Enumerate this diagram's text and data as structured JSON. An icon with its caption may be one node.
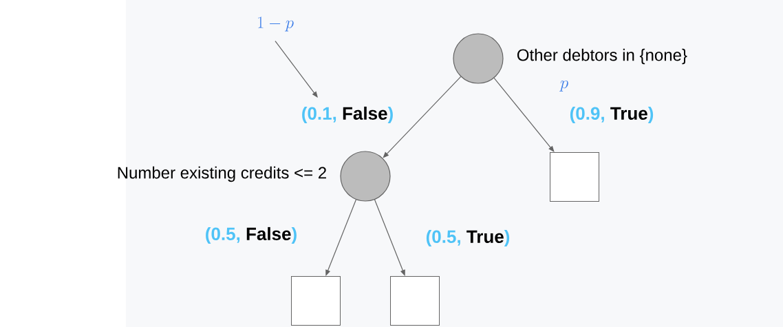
{
  "diagram": {
    "nodes": [
      {
        "text": [],
        "shape": "circle",
        "beside": [
          "Other debtors in {none}"
        ]
      },
      {
        "text": [],
        "shape": "circle",
        "beside": [
          "Number existing credits <= 2"
        ]
      },
      {
        "text": [],
        "shape": "box"
      },
      {
        "text": [],
        "shape": "box"
      },
      {
        "text": [],
        "shape": "box"
      },
      {
        "text": [
          "1 - p"
        ]
      }
    ],
    "edges": [
      {
        "from": 0,
        "to": 1,
        "arrow": "to",
        "label": "(0.1, **False**)"
      },
      {
        "from": 0,
        "to": 2,
        "arrow": "to",
        "label": "(0.9, **True**)"
      },
      {
        "from": 1,
        "to": 3,
        "arrow": "to",
        "label": "(0.5, **False**)"
      },
      {
        "from": 1,
        "to": 4,
        "arrow": "to",
        "label": "(0.5, **True**)"
      },
      {
        "from": 5,
        "to": null,
        "arrow": "to"
      }
    ],
    "labels": [
      "p"
    ]
  }
}
